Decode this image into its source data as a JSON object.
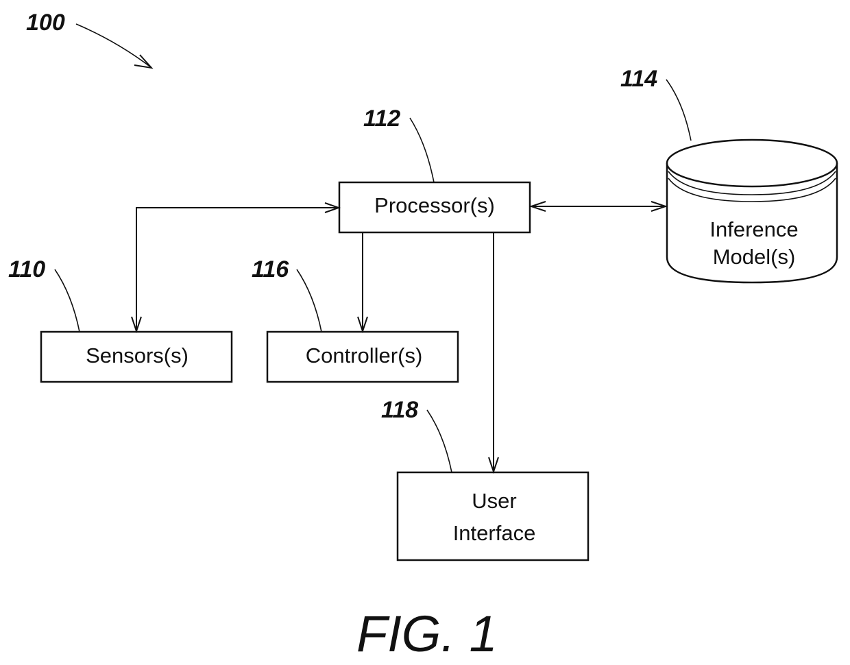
{
  "figure": {
    "caption": "FIG. 1",
    "system_ref": "100"
  },
  "nodes": {
    "processor": {
      "ref": "112",
      "lines": [
        "Processor(s)"
      ],
      "shape": "rectangle"
    },
    "inference_models": {
      "ref": "114",
      "lines": [
        "Inference",
        "Model(s)"
      ],
      "shape": "cylinder"
    },
    "sensors": {
      "ref": "110",
      "lines": [
        "Sensors(s)"
      ],
      "shape": "rectangle"
    },
    "controllers": {
      "ref": "116",
      "lines": [
        "Controller(s)"
      ],
      "shape": "rectangle"
    },
    "user_interface": {
      "ref": "118",
      "lines": [
        "User",
        "Interface"
      ],
      "shape": "rectangle"
    }
  },
  "edges": [
    {
      "from": "processor",
      "to": "sensors",
      "direction": "bidirectional"
    },
    {
      "from": "processor",
      "to": "inference_models",
      "direction": "bidirectional"
    },
    {
      "from": "processor",
      "to": "controllers",
      "direction": "forward"
    },
    {
      "from": "processor",
      "to": "user_interface",
      "direction": "forward"
    }
  ]
}
